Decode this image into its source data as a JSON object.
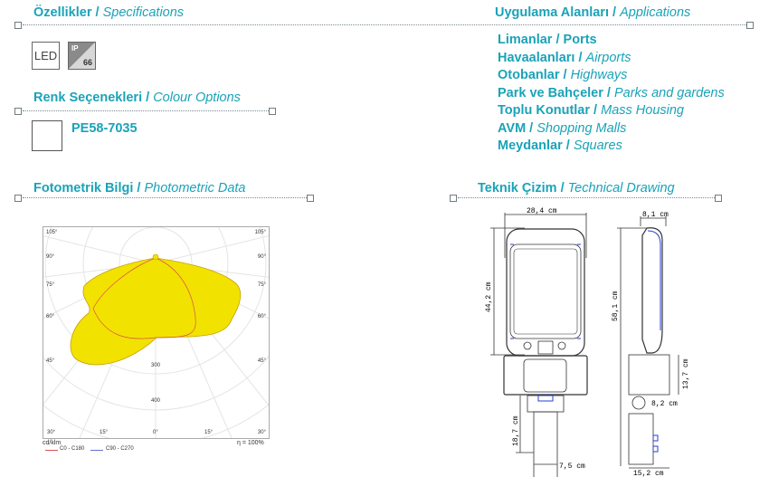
{
  "specifications": {
    "title_tr": "Özellikler /",
    "title_en": "Specifications",
    "badges": [
      "LED",
      "IP",
      "66"
    ]
  },
  "colour_options": {
    "title_tr": "Renk Seçenekleri /",
    "title_en": "Colour Options",
    "colour_code": "PE58-7035"
  },
  "photometric": {
    "title_tr": "Fotometrik Bilgi /",
    "title_en": "Photometric Data",
    "angle_labels_left": [
      "105°",
      "90°",
      "75°",
      "60°",
      "45°"
    ],
    "angle_labels_right": [
      "105°",
      "90°",
      "75°",
      "60°",
      "45°"
    ],
    "bottom_labels": [
      "30°",
      "15°",
      "0°",
      "15°",
      "30°"
    ],
    "radial_labels": [
      "300",
      "400"
    ],
    "unit": "cd/klm",
    "efficiency": "η = 100%",
    "legend": [
      "C0 - C180",
      "C90 - C270"
    ],
    "colors": {
      "fill": "#f2e200",
      "c0": "#d9534f",
      "c90": "#6a6fcf"
    }
  },
  "applications": {
    "title_tr": "Uygulama Alanları /",
    "title_en": "Applications",
    "items": [
      {
        "tr": "Limanlar /",
        "en": "Ports"
      },
      {
        "tr": "Havaalanları /",
        "en": "Airports"
      },
      {
        "tr": "Otobanlar /",
        "en": "Highways"
      },
      {
        "tr": "Park ve Bahçeler /",
        "en": "Parks and gardens"
      },
      {
        "tr": "Toplu Konutlar /",
        "en": "Mass Housing"
      },
      {
        "tr": "AVM /",
        "en": "Shopping Malls"
      },
      {
        "tr": "Meydanlar /",
        "en": "Squares"
      }
    ]
  },
  "technical": {
    "title_tr": "Teknik Çizim /",
    "title_en": "Technical Drawing",
    "dims": {
      "width": "28,4 cm",
      "height": "44,2 cm",
      "depth": "8,1 cm",
      "total": "58,1 cm",
      "bracket_h": "13,7 cm",
      "pivot": "8,2 cm",
      "arm": "18,7 cm",
      "pipe": "7,5 cm",
      "base": "15,2 cm"
    }
  },
  "accent": "#1aa3b8"
}
